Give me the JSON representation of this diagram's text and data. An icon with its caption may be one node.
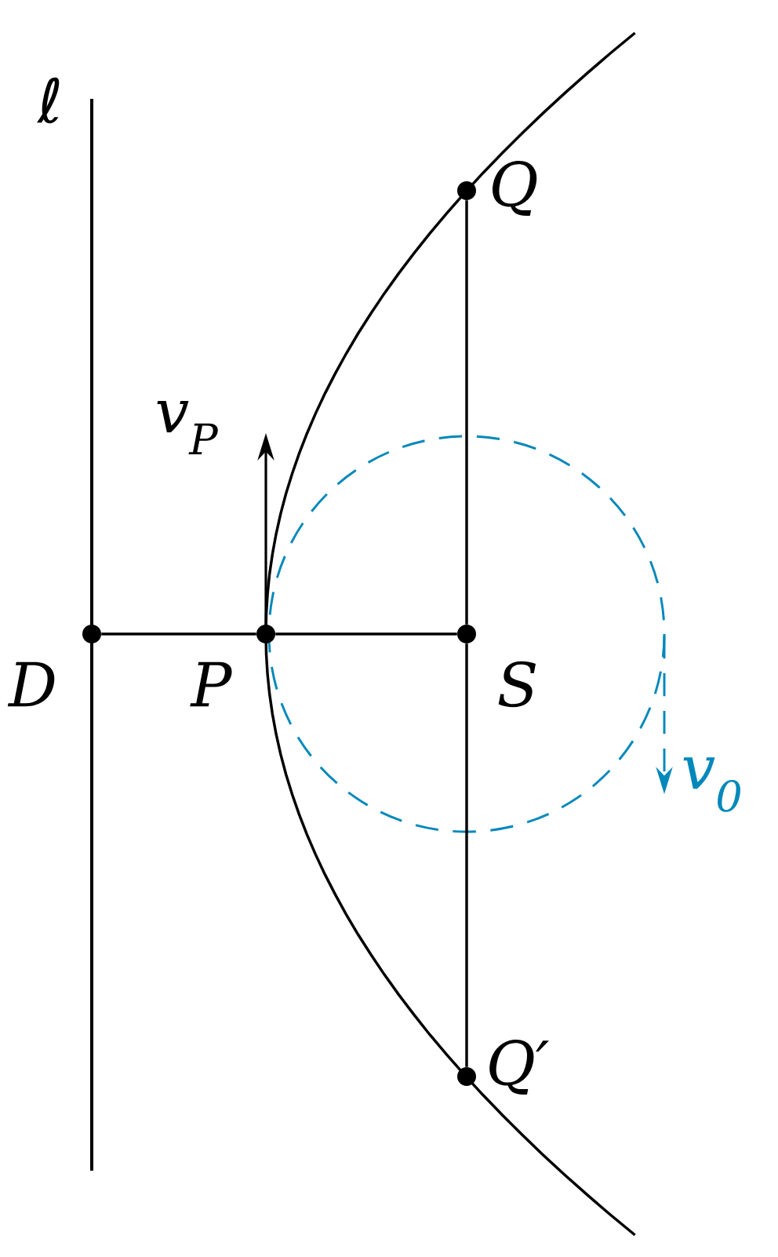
{
  "diagram": {
    "nodes": [
      {
        "text": [],
        "shape": "circle",
        "beside": [
          "*D*"
        ]
      },
      {
        "text": [],
        "shape": "circle",
        "beside": [
          "*P*"
        ]
      },
      {
        "text": [],
        "shape": "circle",
        "beside": [
          "*S*"
        ]
      },
      {
        "text": [],
        "shape": "circle",
        "beside": [
          "*Q*"
        ]
      },
      {
        "text": [],
        "shape": "circle",
        "beside": [
          "*Q′*"
        ]
      }
    ],
    "edges": [
      {
        "from": 0,
        "to": 1,
        "arrow": "none"
      },
      {
        "from": 1,
        "to": 2,
        "arrow": "none"
      },
      {
        "from": 3,
        "to": 2,
        "arrow": "none"
      },
      {
        "from": 2,
        "to": 4,
        "arrow": "none"
      }
    ],
    "labels": [
      "ℓ",
      "v$_{P}$",
      "v$_{0}$"
    ]
  }
}
